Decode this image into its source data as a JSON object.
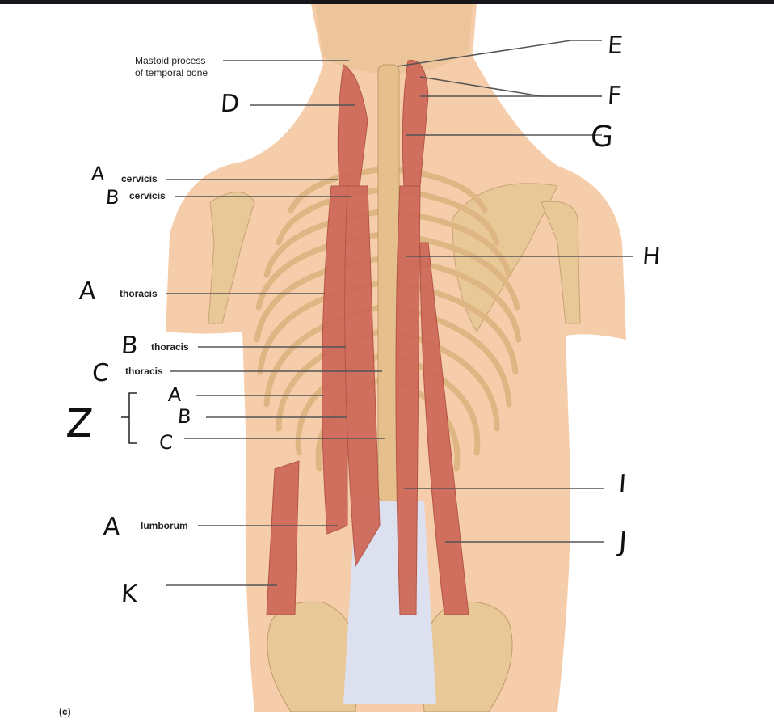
{
  "figure": {
    "panel_label": "(c)",
    "view": "Posterior view of deep back muscles (erector spinae group)"
  },
  "printed_labels": {
    "mastoid": [
      "Mastoid process",
      "of temporal bone"
    ],
    "cervicis_1": "cervicis",
    "cervicis_2": "cervicis",
    "thoracis_1": "thoracis",
    "thoracis_2": "thoracis",
    "thoracis_3": "thoracis",
    "lumborum": "lumborum"
  },
  "handwritten_labels": {
    "left": {
      "D": "D",
      "A_cervicis": "A",
      "B_cervicis": "B",
      "A_thoracis": "A",
      "B_thoracis": "B",
      "C_thoracis": "C",
      "Z": "Z",
      "Z_A": "A",
      "Z_B": "B",
      "Z_C": "C",
      "A_lumborum": "A",
      "K": "K"
    },
    "right": {
      "E": "E",
      "F": "F",
      "G": "G",
      "H": "H",
      "I": "I",
      "J": "J"
    }
  },
  "colors": {
    "skin": "#f4c8a4",
    "bone": "#e8c896",
    "muscle": "#cf6a5a",
    "tendon": "#d8dcec",
    "leader": "#555555"
  }
}
